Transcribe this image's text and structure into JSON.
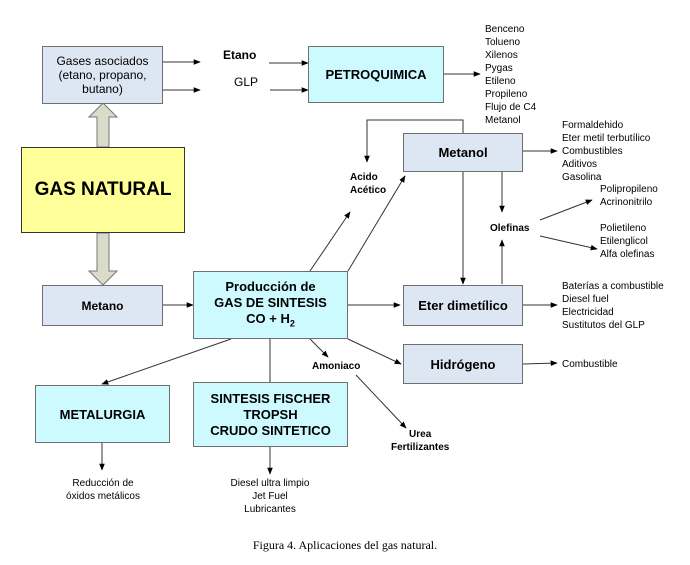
{
  "nodes": {
    "gases_asociados": {
      "lines": [
        "Gases asociados",
        "(etano, propano,",
        "butano)"
      ]
    },
    "gas_natural": {
      "label": "GAS NATURAL"
    },
    "metano": {
      "label": "Metano"
    },
    "petroquimica": {
      "label": "PETROQUIMICA"
    },
    "metanol": {
      "label": "Metanol"
    },
    "produccion": {
      "line1": "Producción de",
      "line2": "GAS DE SINTESIS",
      "line3_main": "CO + H",
      "line3_sub": "2"
    },
    "eter": {
      "label": "Eter dimetílico"
    },
    "hidrogeno": {
      "label": "Hidrógeno"
    },
    "metalurgia": {
      "label": "METALURGIA"
    },
    "fischer": {
      "lines": [
        "SINTESIS FISCHER",
        "TROPSH",
        "CRUDO SINTETICO"
      ]
    }
  },
  "labels": {
    "etano": "Etano",
    "glp": "GLP",
    "acido": [
      "Acido",
      "Acético"
    ],
    "olefinas": "Olefinas",
    "amoniaco": "Amoniaco",
    "urea": [
      "Urea",
      "Fertilizantes"
    ]
  },
  "outputs": {
    "petroquimica": [
      "Benceno",
      "Tolueno",
      "Xilenos",
      "Pygas",
      "Etileno",
      "Propileno",
      "Flujo de C4",
      "Metanol"
    ],
    "metanol": [
      "Formaldehido",
      "Eter metil terbutílico",
      "Combustibles",
      "Aditivos",
      "Gasolina"
    ],
    "olefinas_up": [
      "Polipropileno",
      "Acrinonitrilo"
    ],
    "olefinas_down": [
      "Polietileno",
      "Etilenglicol",
      "Alfa olefinas"
    ],
    "eter": [
      "Baterías a combustible",
      "Diesel fuel",
      "Electricidad",
      "Sustitutos del GLP"
    ],
    "hidrogeno": [
      "Combustible"
    ],
    "metalurgia": [
      "Reducción de",
      "óxidos metálicos"
    ],
    "fischer": [
      "Diesel ultra limpio",
      "Jet Fuel",
      "Lubricantes"
    ]
  },
  "caption": "Figura 4. Aplicaciones del gas natural."
}
